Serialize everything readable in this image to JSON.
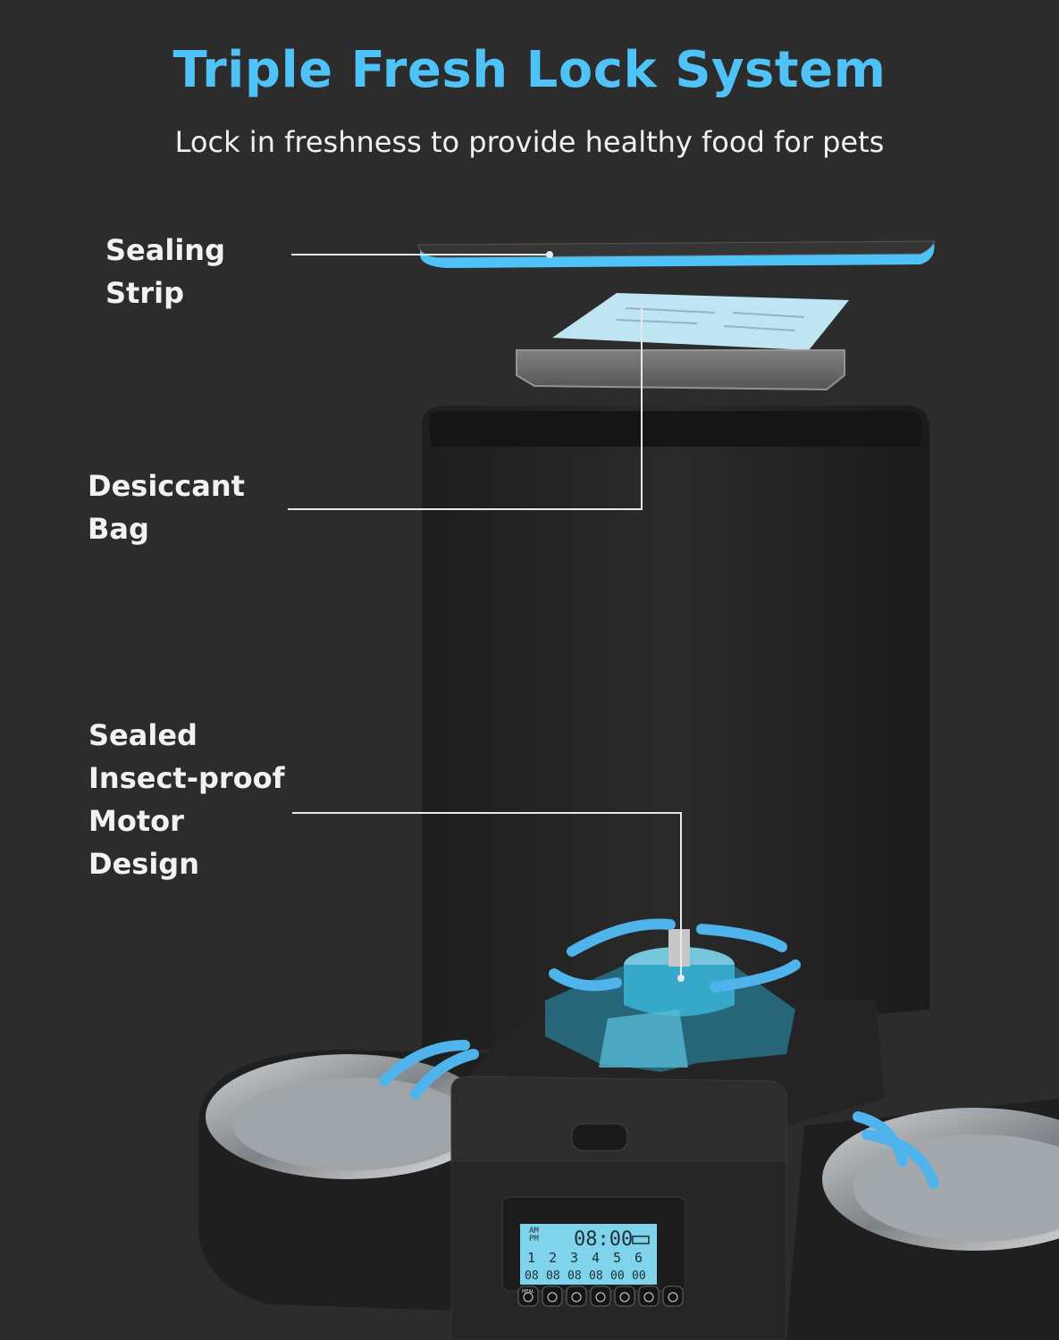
{
  "header": {
    "title": "Triple Fresh Lock System",
    "subtitle": "Lock in freshness to provide healthy food for pets"
  },
  "callouts": [
    {
      "lines": [
        "Sealing",
        "Strip"
      ]
    },
    {
      "lines": [
        "Desiccant",
        "Bag"
      ]
    },
    {
      "lines": [
        "Sealed",
        "Insect-proof",
        "Motor",
        "Design"
      ]
    }
  ],
  "lcd": {
    "am": "AM",
    "pm": "PM",
    "time": "08:00",
    "meals": [
      "1",
      "2",
      "3",
      "4",
      "5",
      "6"
    ],
    "portions": [
      "08",
      "08",
      "08",
      "08",
      "00",
      "00"
    ]
  },
  "buttons": [
    {
      "icon": "meal-power-icon",
      "label": "MEAL"
    },
    {
      "icon": "bowl-icon"
    },
    {
      "icon": "hand-touch-icon"
    },
    {
      "icon": "clock-12h-icon"
    },
    {
      "icon": "clock-24h-icon"
    },
    {
      "icon": "clock-icon"
    },
    {
      "icon": "microphone-icon"
    }
  ],
  "colors": {
    "background": "#2c2c2c",
    "accent": "#4fc3f7",
    "text": "#f2f2f2",
    "lcd": "#7fd3ea"
  }
}
